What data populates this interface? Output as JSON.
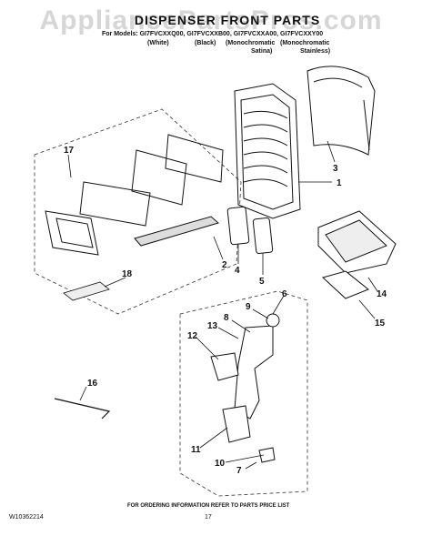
{
  "watermark": "AppliancePartsPros.com",
  "title": "DISPENSER FRONT PARTS",
  "models_line": "For Models: GI7FVCXXQ00, GI7FVCXXB00, GI7FVCXXA00, GI7FVCXXY00",
  "variants": {
    "white": "(White)",
    "black": "(Black)",
    "monochromatic_satina_1": "(Monochromatic",
    "monochromatic_satina_2": "Satina)",
    "monochromatic_stainless_1": "(Monochromatic",
    "monochromatic_stainless_2": "Stainless)"
  },
  "callouts": [
    "1",
    "2",
    "3",
    "4",
    "5",
    "6",
    "7",
    "8",
    "9",
    "10",
    "11",
    "12",
    "13",
    "14",
    "15",
    "16",
    "17",
    "18"
  ],
  "footer_note": "FOR ORDERING INFORMATION REFER TO PARTS PRICE LIST",
  "doc_number": "W10362214",
  "page_number": "17"
}
